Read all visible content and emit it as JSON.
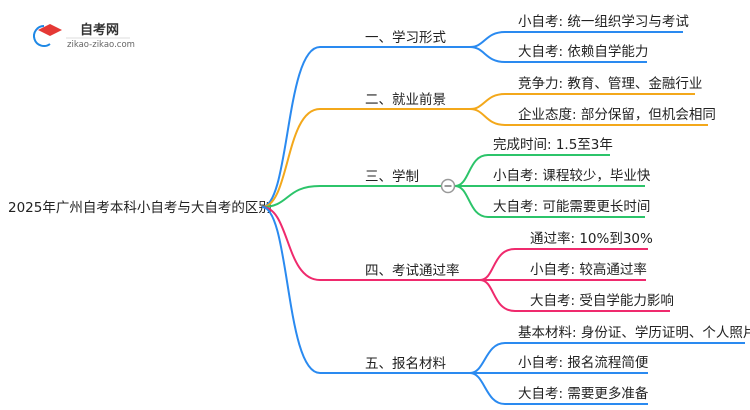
{
  "logo": {
    "title": "自考网",
    "subtitle": "zikao-zikao.com"
  },
  "root": "2025年广州自考本科小自考与大自考的区别",
  "colors": {
    "blue": "#2a8af0",
    "orange": "#f3a81b",
    "green": "#2cc46a",
    "pink": "#ef2a6d"
  },
  "branches": [
    {
      "label": "一、学习形式",
      "children": [
        "小自考: 统一组织学习与考试",
        "大自考: 依赖自学能力"
      ]
    },
    {
      "label": "二、就业前景",
      "children": [
        "竞争力: 教育、管理、金融行业",
        "企业态度: 部分保留，但机会相同"
      ]
    },
    {
      "label": "三、学制",
      "children": [
        "完成时间: 1.5至3年",
        "小自考: 课程较少，毕业快",
        "大自考: 可能需要更长时间"
      ]
    },
    {
      "label": "四、考试通过率",
      "children": [
        "通过率: 10%到30%",
        "小自考: 较高通过率",
        "大自考: 受自学能力影响"
      ]
    },
    {
      "label": "五、报名材料",
      "children": [
        "基本材料: 身份证、学历证明、个人照片",
        "小自考: 报名流程简便",
        "大自考: 需要更多准备"
      ]
    }
  ]
}
